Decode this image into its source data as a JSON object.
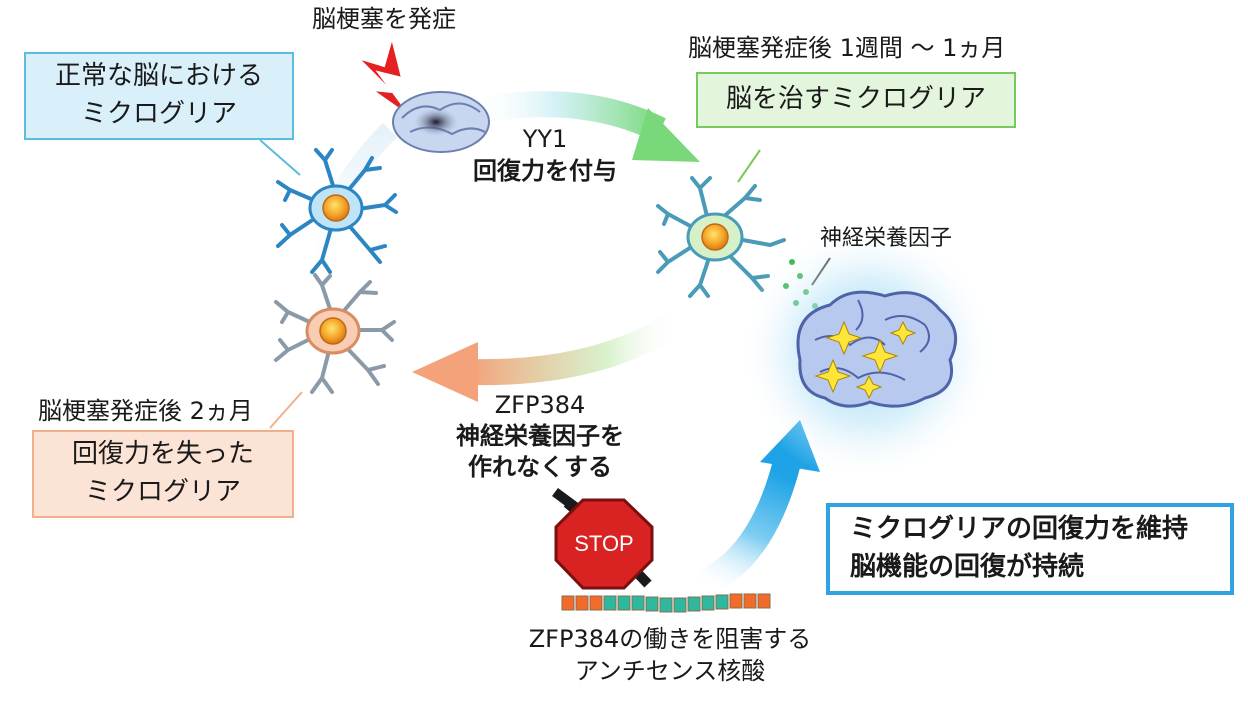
{
  "labels": {
    "stroke_onset": "脳梗塞を発症",
    "time_week_month": "脳梗塞発症後 1週間 〜 1ヵ月",
    "time_two_months": "脳梗塞発症後 2ヵ月",
    "yy1_gene": "YY1",
    "yy1_effect": "回復力を付与",
    "neurotrophic_factor": "神経栄養因子",
    "zfp384_gene": "ZFP384",
    "zfp384_effect_line1": "神経栄養因子を",
    "zfp384_effect_line2": "作れなくする",
    "stop_sign": "STOP",
    "antisense_line1": "ZFP384の働きを阻害する",
    "antisense_line2": "アンチセンス核酸"
  },
  "boxes": {
    "normal_line1": "正常な脳における",
    "normal_line2": "ミクログリア",
    "healing": "脳を治すミクログリア",
    "lost_line1": "回復力を失った",
    "lost_line2": "ミクログリア",
    "result_line1": "ミクログリアの回復力を維持",
    "result_line2": "脳機能の回復が持続"
  },
  "colors": {
    "normal_box_bg": "#d9f0fa",
    "normal_box_border": "#5bbbe0",
    "healing_box_bg": "#e3f5dc",
    "healing_box_border": "#79c95a",
    "lost_box_bg": "#fbe3d6",
    "lost_box_border": "#f0b08a",
    "result_box_border": "#2fa3df",
    "green_arrow": "#79d97a",
    "orange_arrow": "#f3a27a",
    "blue_arrow": "#29a9e6",
    "stop_red": "#d92222"
  }
}
